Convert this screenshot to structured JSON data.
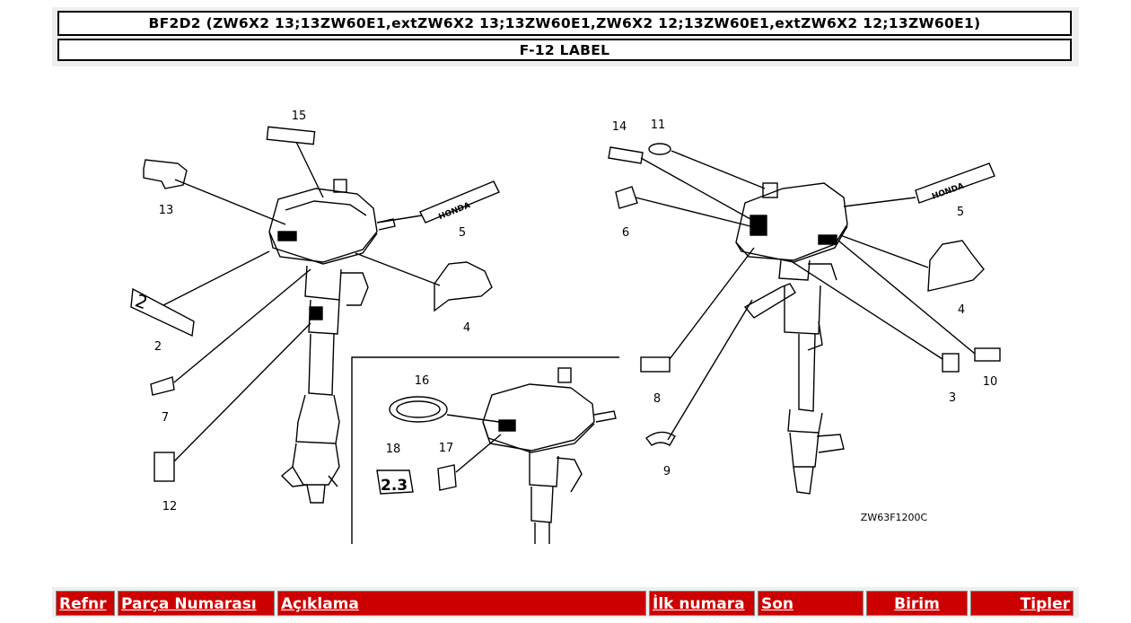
{
  "header": {
    "title": "BF2D2 (ZW6X2 13;13ZW60E1,extZW6X2 13;13ZW60E1,ZW6X2 12;13ZW60E1,extZW6X2 12;13ZW60E1)",
    "subtitle": "F-12 LABEL"
  },
  "diagram": {
    "code": "ZW63F1200C",
    "callouts": [
      "15",
      "13",
      "5",
      "2",
      "4",
      "7",
      "12",
      "16",
      "18",
      "17",
      "14",
      "11",
      "6",
      "5",
      "4",
      "8",
      "3",
      "10",
      "9"
    ],
    "label_texts": {
      "honda": "HONDA",
      "model_2": "2",
      "model_23": "2.3"
    }
  },
  "table": {
    "columns": [
      "Refnr",
      "Parça Numarası",
      "Açıklama",
      "İlk numara",
      "Son",
      "Birim",
      "Tipler"
    ]
  },
  "colors": {
    "header_bg": "#cc0000",
    "header_text": "#ffffff"
  }
}
